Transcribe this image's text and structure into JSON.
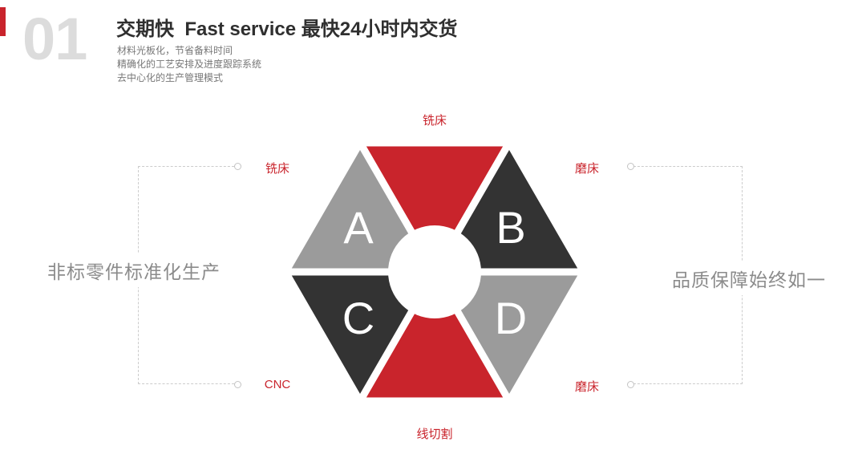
{
  "colors": {
    "red": "#c9242c",
    "dark": "#333333",
    "gray": "#9b9b9b",
    "label_red": "#c9242c",
    "dashed_line": "#cccccc",
    "number_gray": "#dcdcdc",
    "side_text_gray": "#8b8b8b",
    "white": "#ffffff"
  },
  "header": {
    "index": "01",
    "title": "交期快  Fast service 最快24小时内交货",
    "bullets": [
      "材料光板化，节省备料时间",
      "精确化的工艺安排及进度跟踪系统",
      "去中心化的生产管理模式"
    ]
  },
  "diagram": {
    "letters": {
      "upper_left": "A",
      "upper_right": "B",
      "lower_left": "C",
      "lower_right": "D"
    },
    "labels": {
      "top": "铣床",
      "left_top": "铣床",
      "right_top": "磨床",
      "left_bottom": "CNC",
      "right_bottom": "磨床",
      "bottom": "线切割"
    },
    "side_left": "非标零件标准化生产",
    "side_right": "品质保障始终如一"
  }
}
